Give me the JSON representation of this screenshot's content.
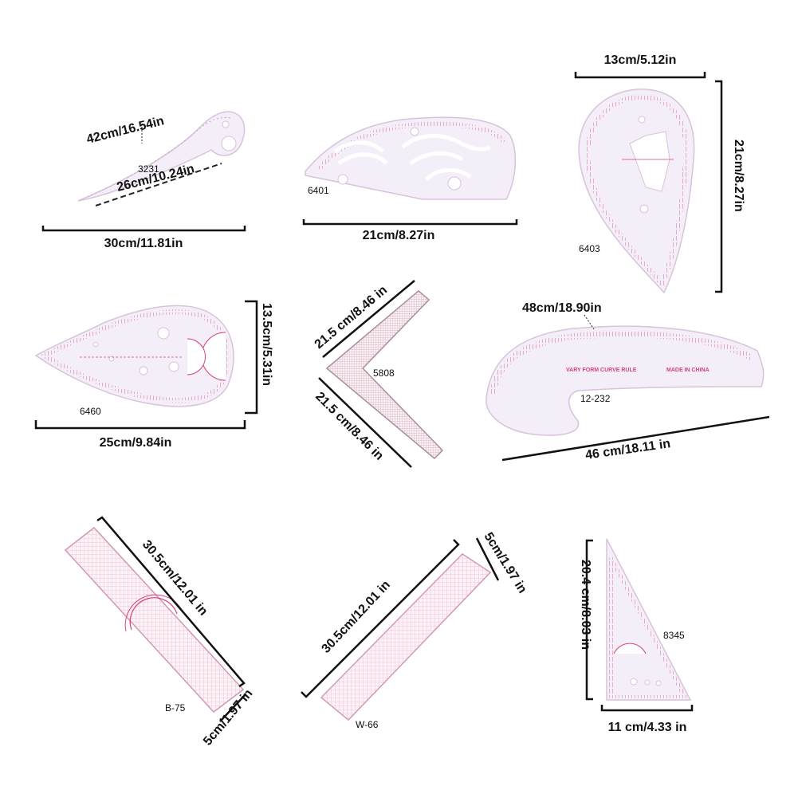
{
  "colors": {
    "outline": "#d9c2dc",
    "body": "#f3eef7",
    "pink": "#d7417f",
    "grid": "#e7a3c3",
    "ink": "#111111"
  },
  "rulers": {
    "r3231": {
      "model": "3231",
      "length_label": "42cm/16.54in",
      "inner_label": "26cm/10.24in",
      "width_label": "30cm/11.81in"
    },
    "r6401": {
      "model": "6401",
      "width_label": "21cm/8.27in"
    },
    "r6403": {
      "model": "6403",
      "top_label": "13cm/5.12in",
      "height_label": "21cm/8.27in"
    },
    "r6460": {
      "model": "6460",
      "height_label": "13.5cm/5.31in",
      "width_label": "25cm/9.84in"
    },
    "r5808": {
      "model": "5808",
      "arm1_label": "21.5 cm/8.46 in",
      "arm2_label": "21.5 cm/8.46 in"
    },
    "r12232": {
      "model": "12-232",
      "arc_label": "48cm/18.90in",
      "chord_label": "46 cm/18.11 in",
      "print_text": "VARY FORM CURVE RULE",
      "made_in": "MADE IN CHINA"
    },
    "rB75": {
      "model": "B-75",
      "length_label": "30.5cm/12.01 in",
      "width_label": "5cm/1.97 in"
    },
    "rW66": {
      "model": "W-66",
      "length_label": "30.5cm/12.01 in",
      "width_label": "5cm/1.97 in"
    },
    "r8345": {
      "model": "8345",
      "height_label": "20.4 cm/8.03 in",
      "base_label": "11 cm/4.33 in"
    }
  }
}
